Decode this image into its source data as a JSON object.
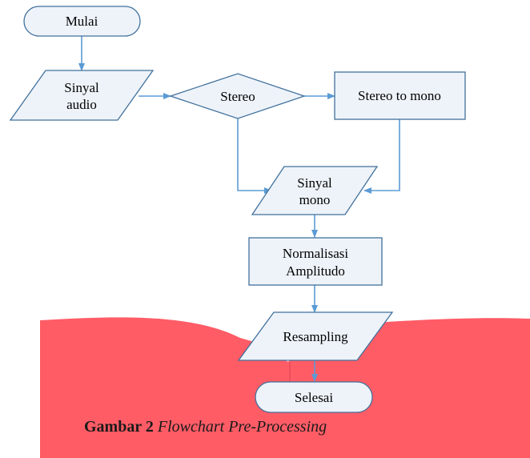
{
  "colors": {
    "node_fill": "#eef3fa",
    "node_stroke": "#41719c",
    "arrow": "#5b9bd5",
    "overlay": "#ff5c66"
  },
  "nodes": {
    "mulai": "Mulai",
    "sinyal_audio": [
      "Sinyal",
      "audio"
    ],
    "stereo": "Stereo",
    "stereo_to_mono": "Stereo to mono",
    "sinyal_mono": [
      "Sinyal",
      "mono"
    ],
    "normalisasi": [
      "Normalisasi",
      "Amplitudo"
    ],
    "resampling": "Resampling",
    "selesai": "Selesai"
  },
  "caption": {
    "label": "Gambar 2",
    "title": "Flowchart Pre-Processing"
  }
}
